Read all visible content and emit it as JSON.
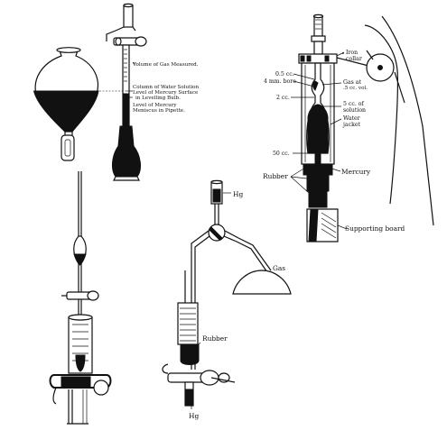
{
  "figure_a": {
    "label_gas_volume": "Volume of Gas Measured.",
    "label_water_column": "Column of Water Solution",
    "label_level_bulb": "Level of Mercury Surface",
    "label_level_bulb_2": "in Levelling Bulb.",
    "label_level_pipette": "Level of Mercury",
    "label_level_pipette_2": "Meniscus in Pipette."
  },
  "figure_b": {
    "label_iron_collar_1": "Iron",
    "label_iron_collar_2": "collar",
    "label_05cc": "0.5 cc.",
    "label_bore": "4 mm. bore",
    "label_2cc": "2 cc.",
    "label_gas_1": "Gas at",
    "label_gas_2": ".5 cc. vol.",
    "label_5cc_1": "5 cc. of",
    "label_5cc_2": "solution",
    "label_water_1": "Water",
    "label_water_2": "jacket",
    "label_50cc": "50 cc.",
    "label_rubber": "Rubber",
    "label_mercury": "Mercury",
    "label_board": "Supporting board"
  },
  "figure_d": {
    "label_hg_top": "Hg",
    "label_gas": "Gas",
    "label_rubber": "Rubber",
    "label_hg_bottom": "Hg"
  }
}
